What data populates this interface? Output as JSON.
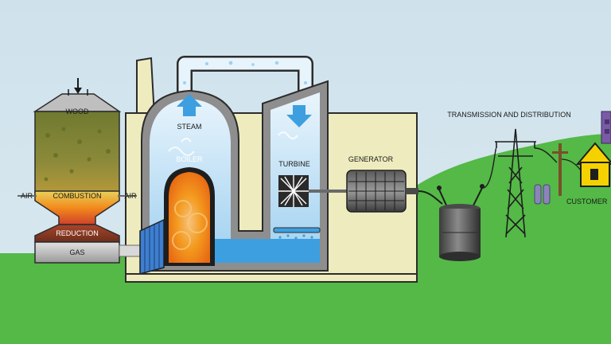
{
  "labels": {
    "wood": "WOOD",
    "air_left": "AIR",
    "combustion": "COMBUSTION",
    "air_right": "AIR",
    "reduction": "REDUCTION",
    "gas": "GAS",
    "steam": "STEAM",
    "boiler": "BOILER",
    "turbine": "TURBINE",
    "generator": "GENERATOR",
    "transmission": "TRANSMISSION AND DISTRIBUTION",
    "customer": "CUSTOMER"
  },
  "colors": {
    "sky": "#d3e5ee",
    "grass": "#54b947",
    "plant_wall": "#eeecbe",
    "outline": "#2c2c2c",
    "pipe_grey": "#8e8e8e",
    "water": "#3d9fe0",
    "steam": "#dceff9",
    "fire": "#f39a1e",
    "reduction": "#7a3a20",
    "house": "#f5d100",
    "substation": "#7a5aa6"
  }
}
